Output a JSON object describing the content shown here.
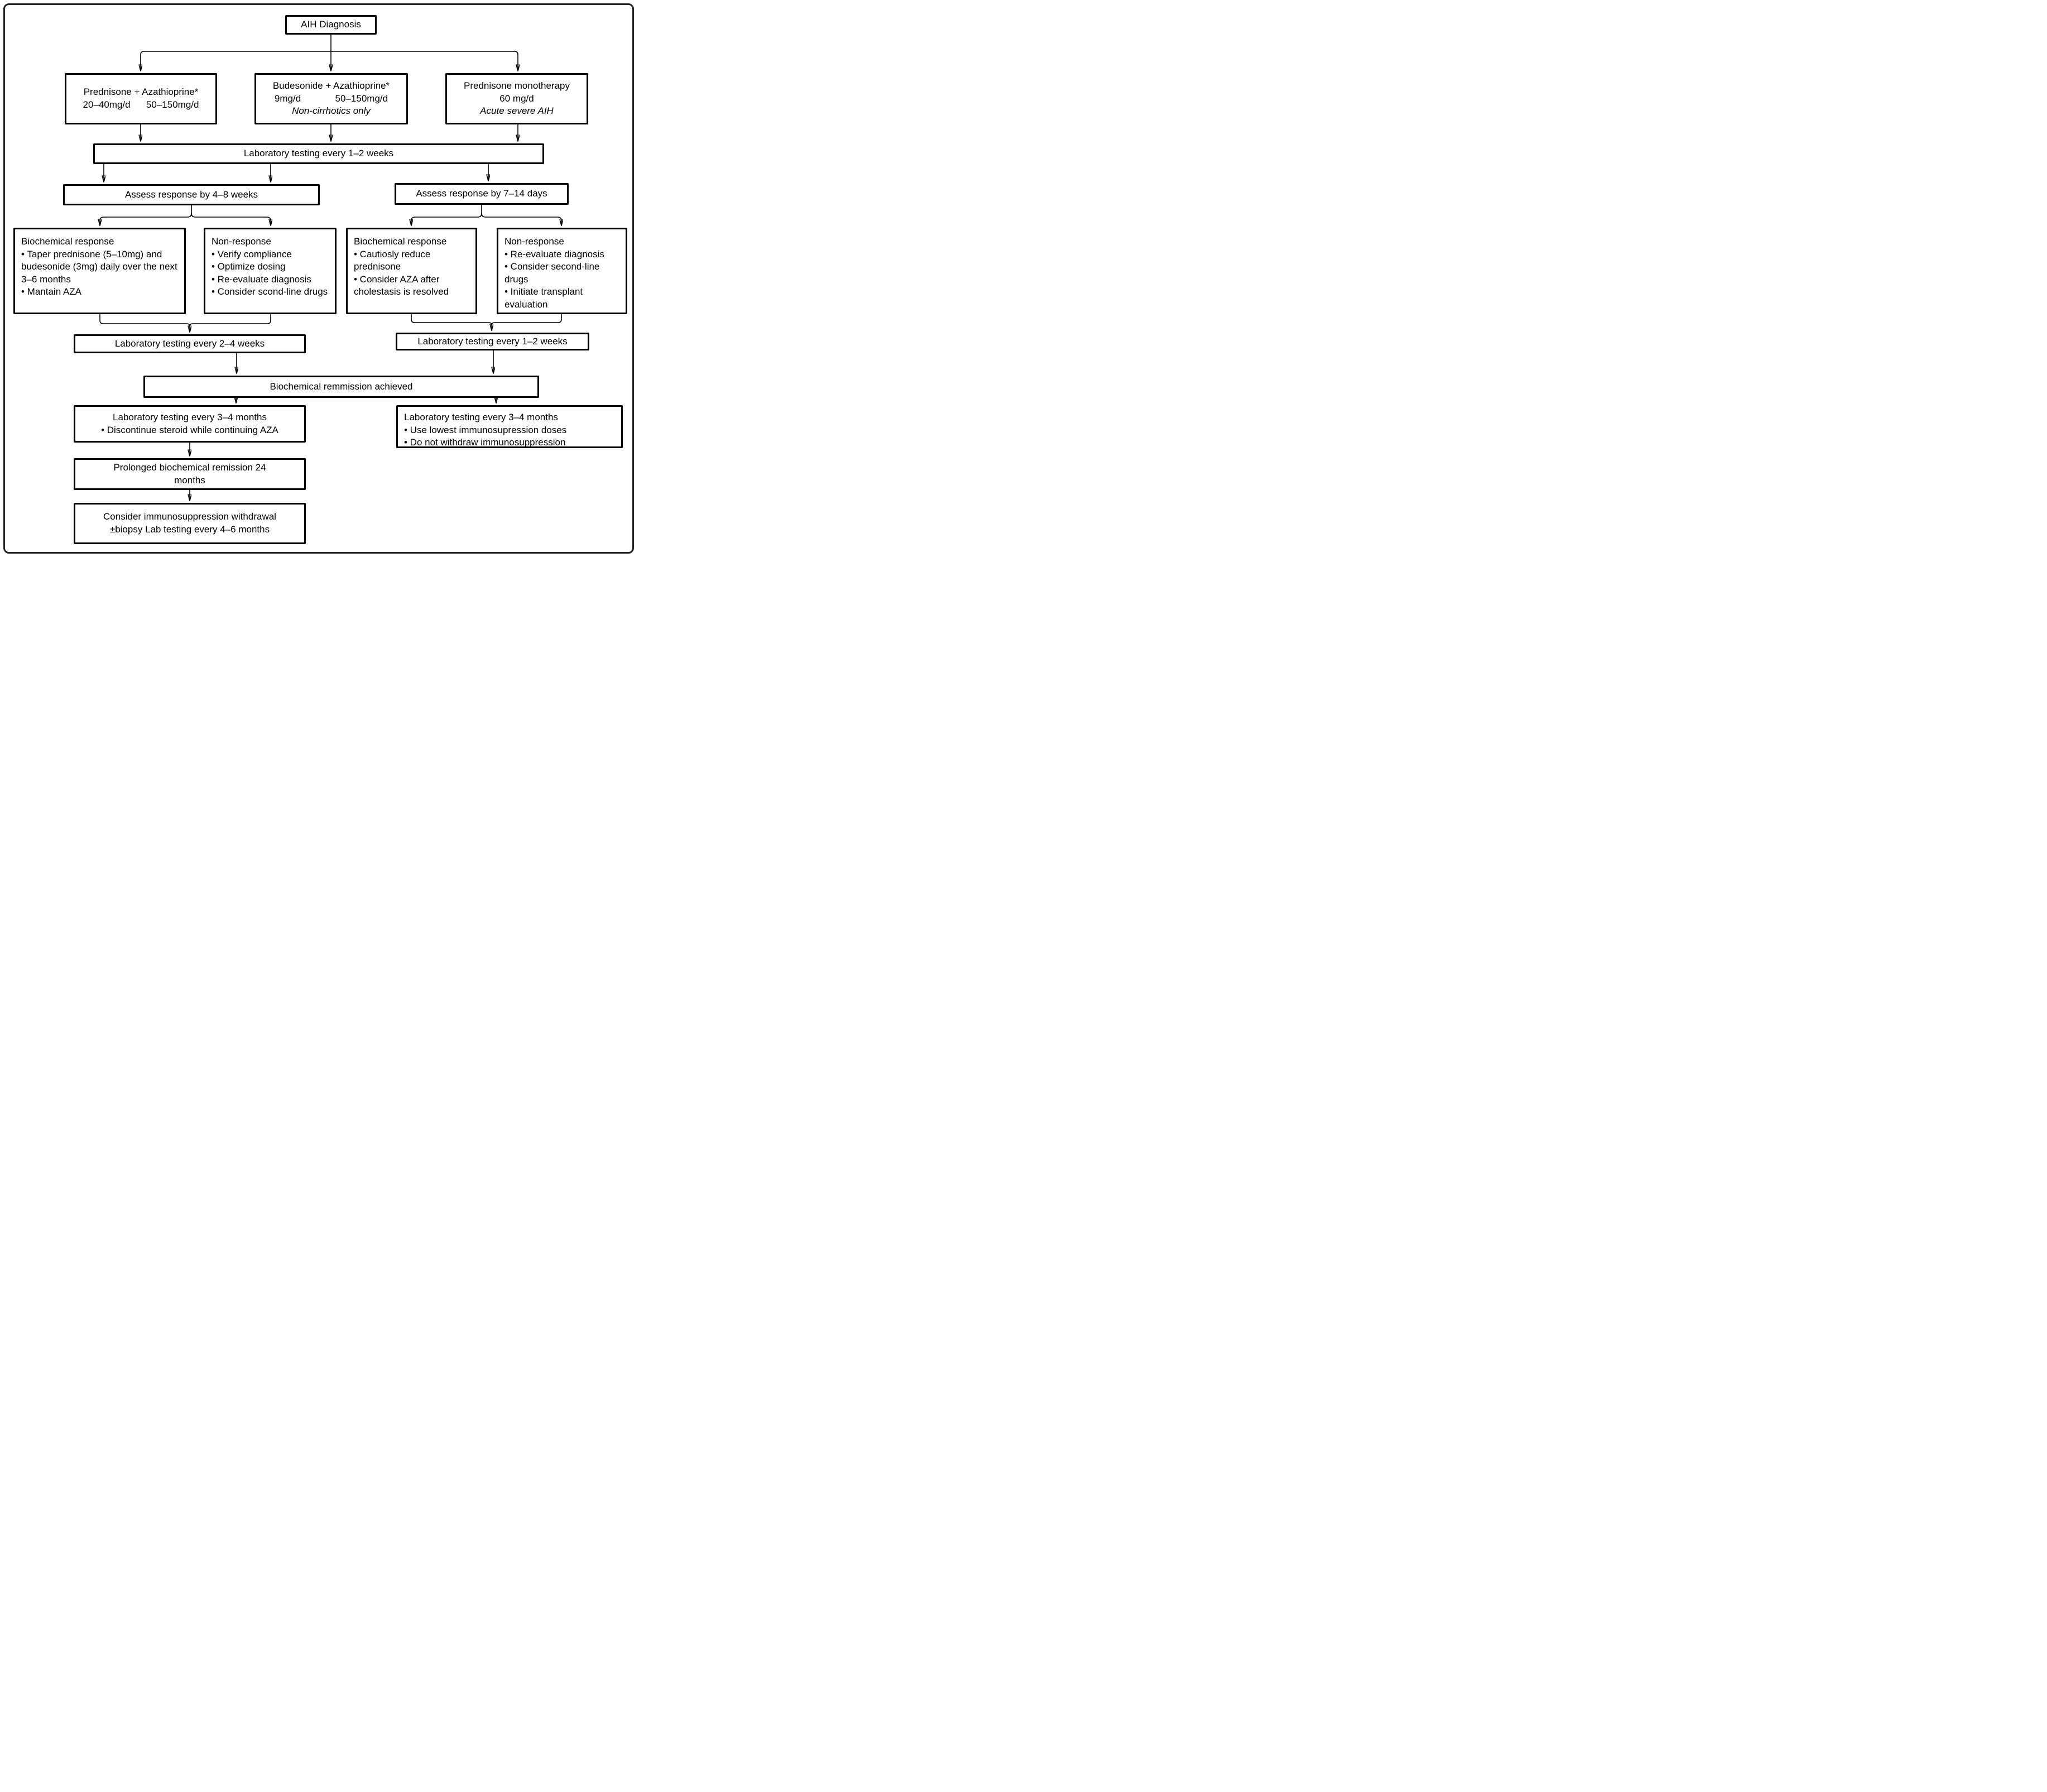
{
  "colors": {
    "line": "#000000",
    "box_border": "#000000",
    "frame_border": "#222222",
    "background": "#ffffff"
  },
  "nodes": {
    "aih": {
      "label": "AIH Diagnosis"
    },
    "prednisone_aza": {
      "title": "Prednisone + Azathioprine*",
      "doses": "20–40mg/d      50–150mg/d"
    },
    "budesonide_aza": {
      "title": "Budesonide + Azathioprine*",
      "doses": "9mg/d             50–150mg/d",
      "note": "Non-cirrhotics only"
    },
    "prednisone_mono": {
      "title": "Prednisone monotherapy",
      "doses": "60 mg/d",
      "note": "Acute severe AIH"
    },
    "lab_initial": {
      "label": "Laboratory testing every 1–2 weeks"
    },
    "assess_left": {
      "label": "Assess response by 4–8 weeks"
    },
    "assess_right": {
      "label": "Assess response by 7–14 days"
    },
    "response_left": {
      "title": "Biochemical response",
      "bullets": [
        "• Taper prednisone (5–10mg) and budesonide (3mg) daily over the next 3–6 months",
        "• Mantain AZA"
      ]
    },
    "nonresponse_left": {
      "title": "Non-response",
      "bullets": [
        "• Verify compliance",
        "• Optimize dosing",
        "• Re-evaluate diagnosis",
        "• Consider scond-line drugs"
      ]
    },
    "response_right": {
      "title": "Biochemical response",
      "bullets": [
        "• Cautiosly reduce prednisone",
        "• Consider AZA after cholestasis is resolved"
      ]
    },
    "nonresponse_right": {
      "title": "Non-response",
      "bullets": [
        "• Re-evaluate diagnosis",
        "• Consider second-line drugs",
        "• Initiate transplant evaluation"
      ]
    },
    "lab_2_4_weeks": {
      "label": "Laboratory testing every 2–4 weeks"
    },
    "lab_1_2_weeks_right": {
      "label": "Laboratory testing every 1–2 weeks"
    },
    "remission": {
      "label": "Biochemical remmission achieved"
    },
    "lab_3_4_months_left": {
      "lines": [
        "Laboratory testing every 3–4 months",
        "• Discontinue steroid while continuing AZA"
      ]
    },
    "lab_3_4_months_right": {
      "title": "Laboratory testing every 3–4 months",
      "bullets": [
        "• Use lowest immunosupression doses",
        "• Do not withdraw immunosuppression"
      ]
    },
    "prolonged_remission": {
      "lines": [
        "Prolonged biochemical remission 24",
        "months"
      ]
    },
    "withdrawal": {
      "lines": [
        "Consider immunosuppression withdrawal",
        "±biopsy Lab testing every 4–6 months"
      ]
    }
  }
}
